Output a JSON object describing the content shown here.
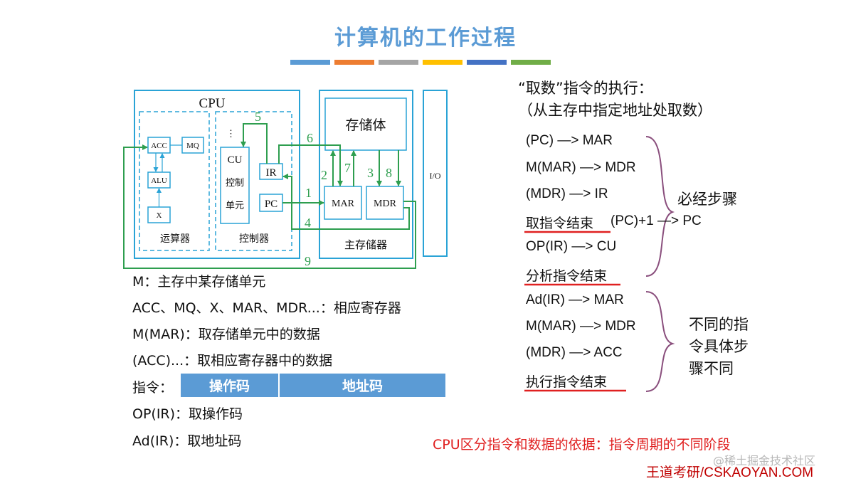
{
  "title": "计算机的工作过程",
  "colors": {
    "title": "#5b9bd5",
    "box_blue": "#2aa3d6",
    "arrow_green": "#2e9e4f",
    "brace_purple": "#8a4f7d",
    "underline_red": "#e02020",
    "format_fill": "#5b9bd5",
    "bar_colors": [
      "#5b9bd5",
      "#ed7d31",
      "#a5a5a5",
      "#ffc000",
      "#4472c4",
      "#70ad47"
    ]
  },
  "diagram": {
    "cpu": "CPU",
    "alu_group": "运算器",
    "control_group": "控制器",
    "acc": "ACC",
    "mq": "MQ",
    "alu": "ALU",
    "x": "X",
    "ellipsis": "⋮",
    "cu_line1": "CU",
    "cu_line2": "控制",
    "cu_line3": "单元",
    "ir": "IR",
    "pc": "PC",
    "storage_body": "存储体",
    "mar": "MAR",
    "mdr": "MDR",
    "main_memory": "主存储器",
    "io": "I/O",
    "step_numbers": [
      "1",
      "2",
      "3",
      "4",
      "5",
      "6",
      "7",
      "8",
      "9"
    ]
  },
  "definitions": [
    "M：主存中某存储单元",
    "ACC、MQ、X、MAR、MDR...：相应寄存器",
    "M(MAR)：取存储单元中的数据",
    "(ACC)...：取相应寄存器中的数据"
  ],
  "instruction": {
    "label": "指令：",
    "opcode": "操作码",
    "address": "地址码",
    "op_line": "OP(IR)：取操作码",
    "ad_line": "Ad(IR)：取地址码"
  },
  "fetch": {
    "heading1": "“取数”指令的执行：",
    "heading2": "（从主存中指定地址处取数）",
    "steps": [
      "(PC) —> MAR",
      "M(MAR) —> MDR",
      "(MDR) —> IR",
      "取指令结束",
      "(PC)+1 —> PC",
      "OP(IR) —> CU",
      "分析指令结束",
      "Ad(IR) —> MAR",
      "M(MAR) —> MDR",
      "(MDR) —> ACC",
      "执行指令结束"
    ],
    "brace1_label": "必经步骤",
    "brace2_label_lines": [
      "不同的指",
      "令具体步",
      "骤不同"
    ]
  },
  "footnote": "CPU区分指令和数据的依据：指令周期的不同阶段",
  "watermark": "@稀土掘金技术社区",
  "brand": "王道考研/CSKAOYAN.COM"
}
